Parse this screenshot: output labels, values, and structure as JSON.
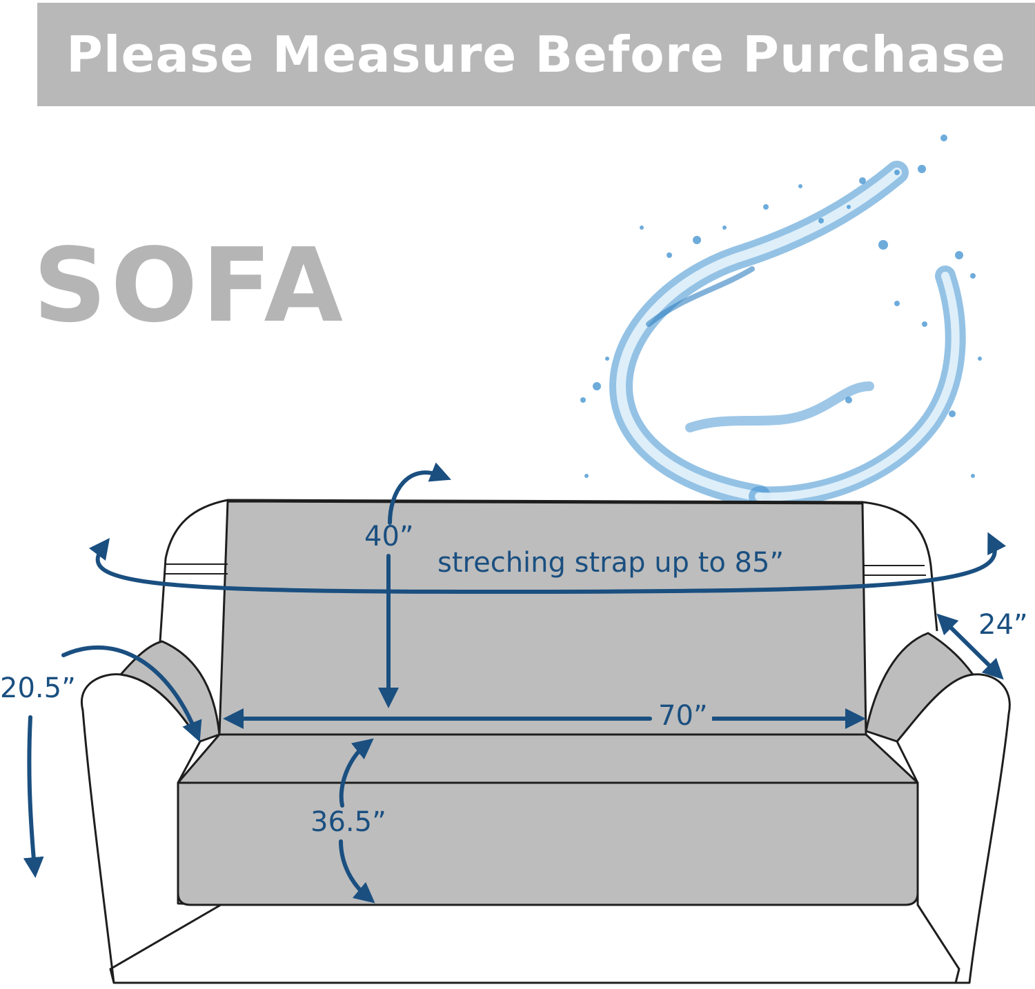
{
  "banner": {
    "text": "Please Measure Before Purchase"
  },
  "title": "SOFA",
  "dimensions": {
    "back_height": "40”",
    "strap": "streching strap up to 85”",
    "arm_depth": "24”",
    "arm_height": "20.5”",
    "seat_width": "70”",
    "seat_depth": "36.5”"
  },
  "colors": {
    "banner_bg": "#b8b8b8",
    "banner_text": "#ffffff",
    "title_gray": "#b5b5b5",
    "cover_gray": "#bdbdbd",
    "measure_blue": "#1a4f80",
    "water_blue": "#3d8fcf"
  },
  "icons": [
    "water-splash-icon"
  ]
}
